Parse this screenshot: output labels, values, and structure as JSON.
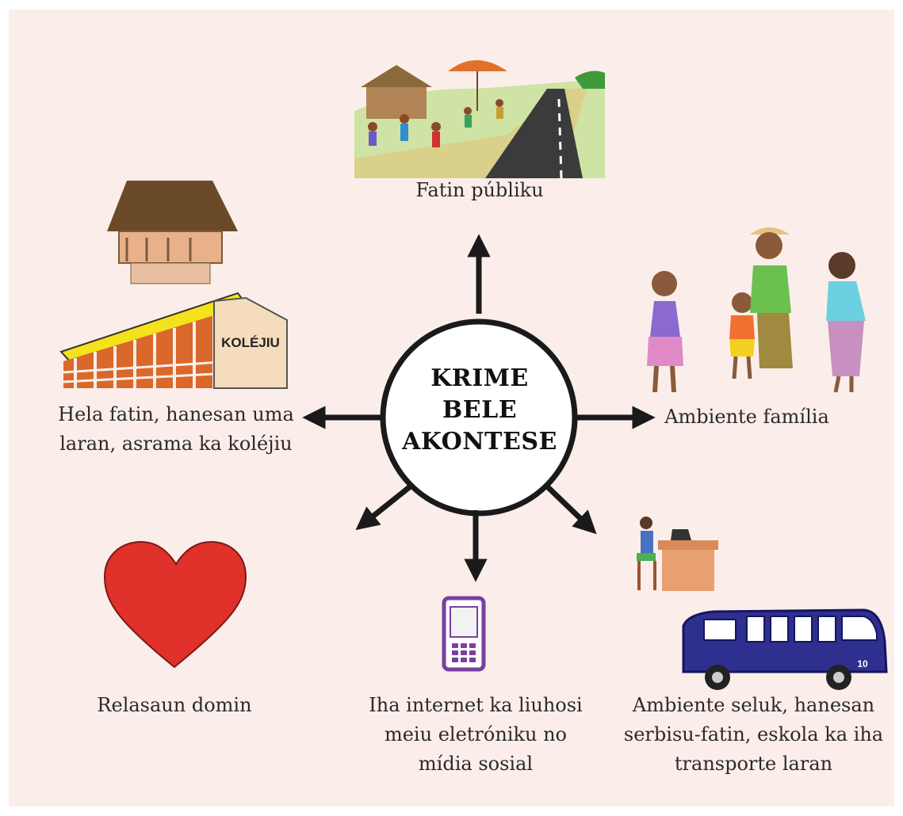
{
  "center": {
    "lines": [
      "KRIME",
      "BELE",
      "AKONTESE"
    ]
  },
  "nodes": {
    "public": {
      "lines": [
        "Fatin públiku"
      ]
    },
    "family": {
      "lines": [
        "Ambiente família"
      ]
    },
    "private": {
      "lines": [
        "Hela fatin, hanesan uma",
        "laran, asrama ka koléjiu"
      ]
    },
    "relationship": {
      "lines": [
        "Relasaun domin"
      ]
    },
    "internet": {
      "lines": [
        "Iha internet ka liuhosi",
        "meiu eletróniku no",
        "mídia sosial"
      ]
    },
    "other": {
      "lines": [
        "Ambiente seluk, hanesan",
        "serbisu-fatin, eskola ka iha",
        "transporte laran"
      ]
    }
  },
  "illustrations": {
    "college_sign": "KOLÉJIU",
    "bus_number": "10"
  },
  "colors": {
    "background": "#fbeeea",
    "arrow": "#1a1a1a",
    "heart": "#e0312b",
    "phone": "#7a3fa0",
    "bus": "#2e2f8f",
    "roof_yellow": "#f4e21c",
    "brick": "#d9682a"
  }
}
